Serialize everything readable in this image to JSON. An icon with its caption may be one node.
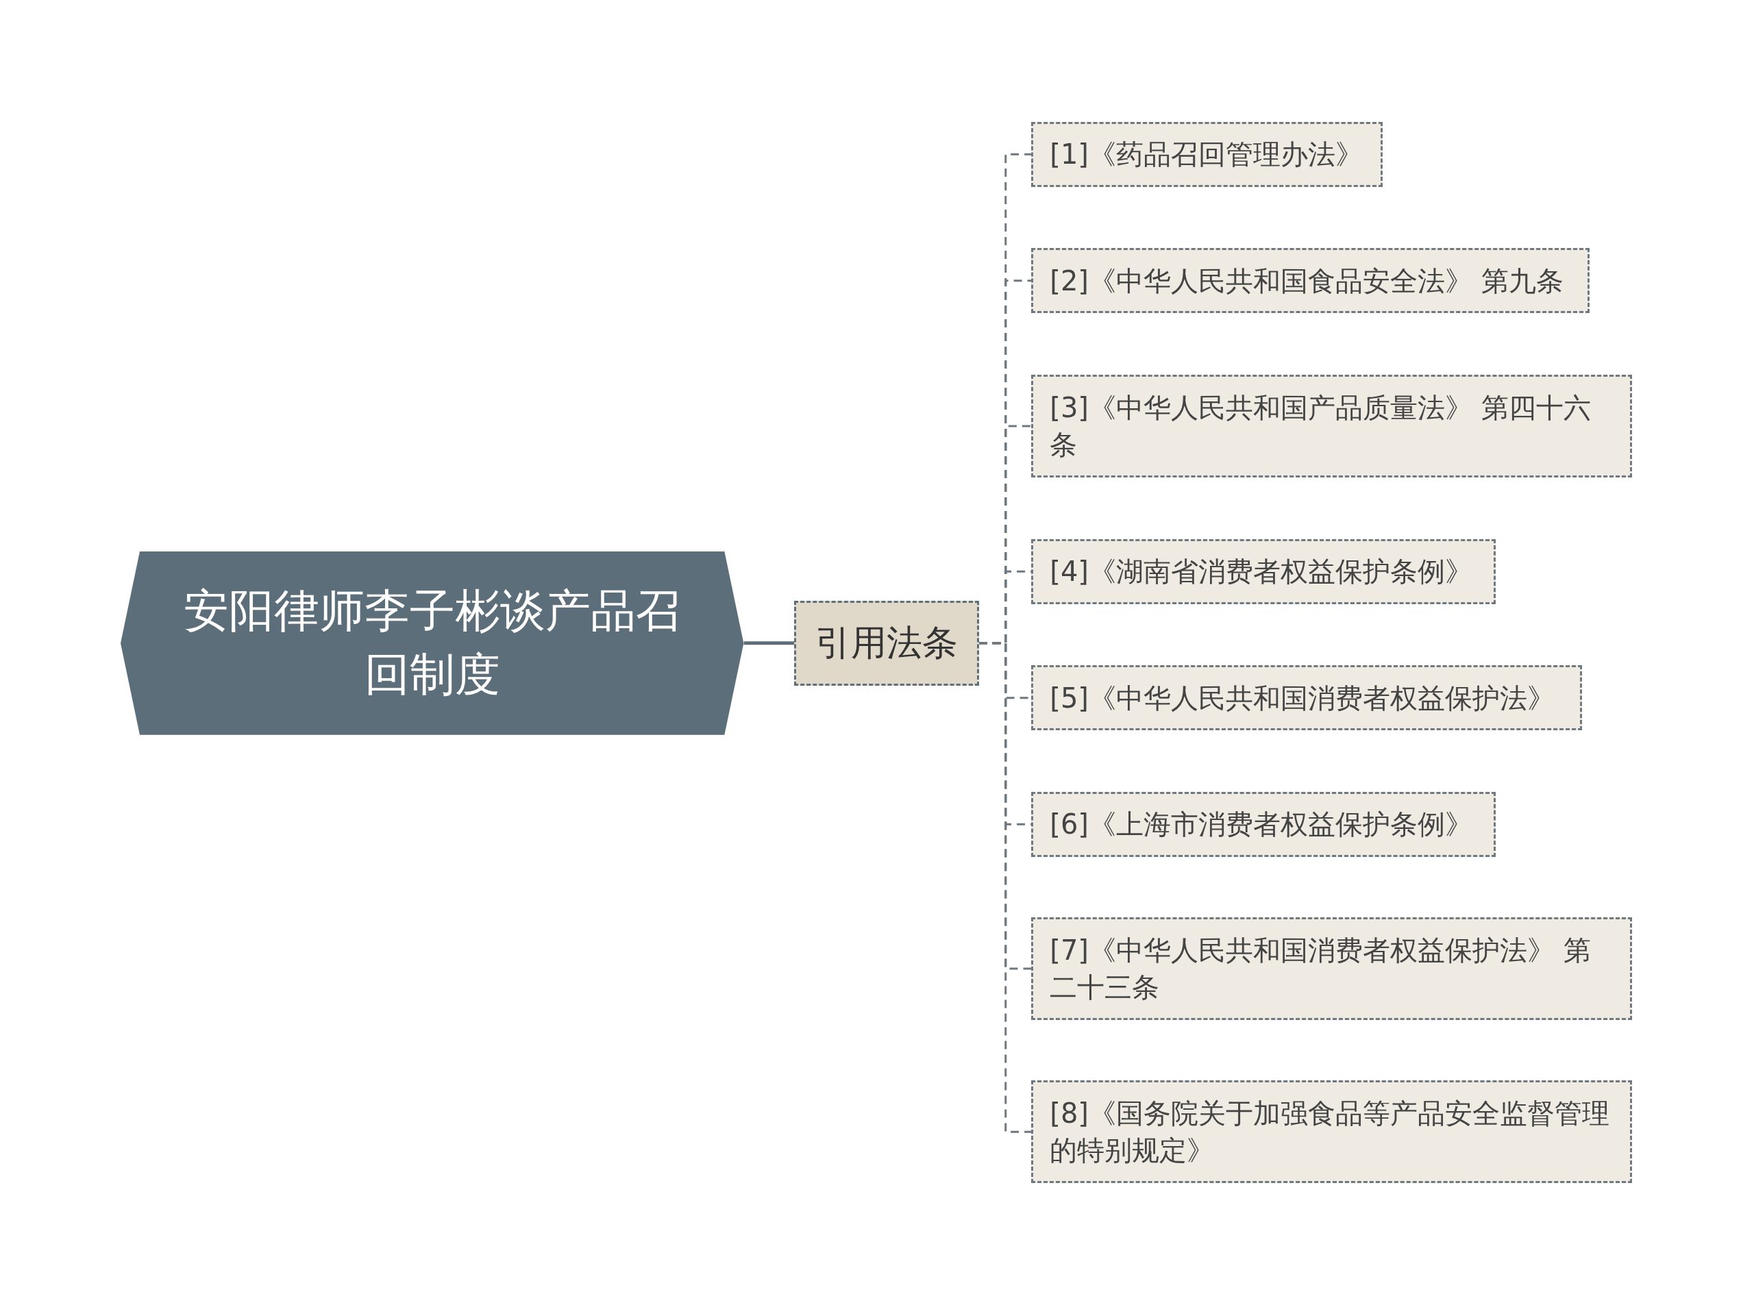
{
  "diagram": {
    "nodes": [
      {
        "text": [
          "安阳律师李子彬谈产品召回制度"
        ]
      },
      {
        "text": [
          "引用法条"
        ]
      },
      {
        "text": [
          "[1]《药品召回管理办法》"
        ]
      },
      {
        "text": [
          "[2]《中华人民共和国食品安全法》 第九条"
        ]
      },
      {
        "text": [
          "[3]《中华人民共和国产品质量法》 第四十六条"
        ]
      },
      {
        "text": [
          "[4]《湖南省消费者权益保护条例》"
        ]
      },
      {
        "text": [
          "[5]《中华人民共和国消费者权益保护法》"
        ]
      },
      {
        "text": [
          "[6]《上海市消费者权益保护条例》"
        ]
      },
      {
        "text": [
          "[7]《中华人民共和国消费者权益保护法》 第二十三条"
        ]
      },
      {
        "text": [
          "[8]《国务院关于加强食品等产品安全监督管理的特别规定》"
        ]
      }
    ],
    "edges": [
      {
        "from": 0,
        "to": 1,
        "arrow": "none"
      },
      {
        "from": 1,
        "to": 2,
        "arrow": "none",
        "style": "dashed"
      },
      {
        "from": 1,
        "to": 3,
        "arrow": "none",
        "style": "dashed"
      },
      {
        "from": 1,
        "to": 4,
        "arrow": "none",
        "style": "dashed"
      },
      {
        "from": 1,
        "to": 5,
        "arrow": "none",
        "style": "dashed"
      },
      {
        "from": 1,
        "to": 6,
        "arrow": "none",
        "style": "dashed"
      },
      {
        "from": 1,
        "to": 7,
        "arrow": "none",
        "style": "dashed"
      },
      {
        "from": 1,
        "to": 8,
        "arrow": "none",
        "style": "dashed"
      },
      {
        "from": 1,
        "to": 9,
        "arrow": "none",
        "style": "dashed"
      }
    ]
  }
}
